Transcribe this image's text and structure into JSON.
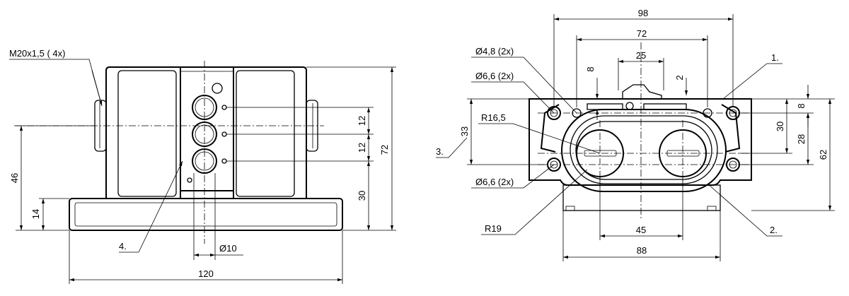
{
  "front_view": {
    "thread_callout": "M20x1,5  ( 4x)",
    "dims": {
      "width": "120",
      "height_total": "72",
      "height_46": "46",
      "height_14": "14",
      "height_30": "30",
      "pitch_a": "12",
      "pitch_b": "12",
      "dia_10": "Ø10"
    },
    "callout_4": "4."
  },
  "top_view": {
    "dims": {
      "w98": "98",
      "w72": "72",
      "w25": "25",
      "w45": "45",
      "w88": "88",
      "h8_left": "8",
      "h2": "2",
      "h8_right": "8",
      "h30": "30",
      "h28": "28",
      "h62": "62",
      "h33": "33"
    },
    "labels": {
      "hole_48": "Ø4,8 (2x)",
      "hole_66_top": "Ø6,6 (2x)",
      "hole_66_bottom": "Ø6,6 (2x)",
      "r165": "R16,5",
      "r19": "R19"
    },
    "callouts": {
      "c1": "1.",
      "c2": "2.",
      "c3": "3."
    }
  }
}
